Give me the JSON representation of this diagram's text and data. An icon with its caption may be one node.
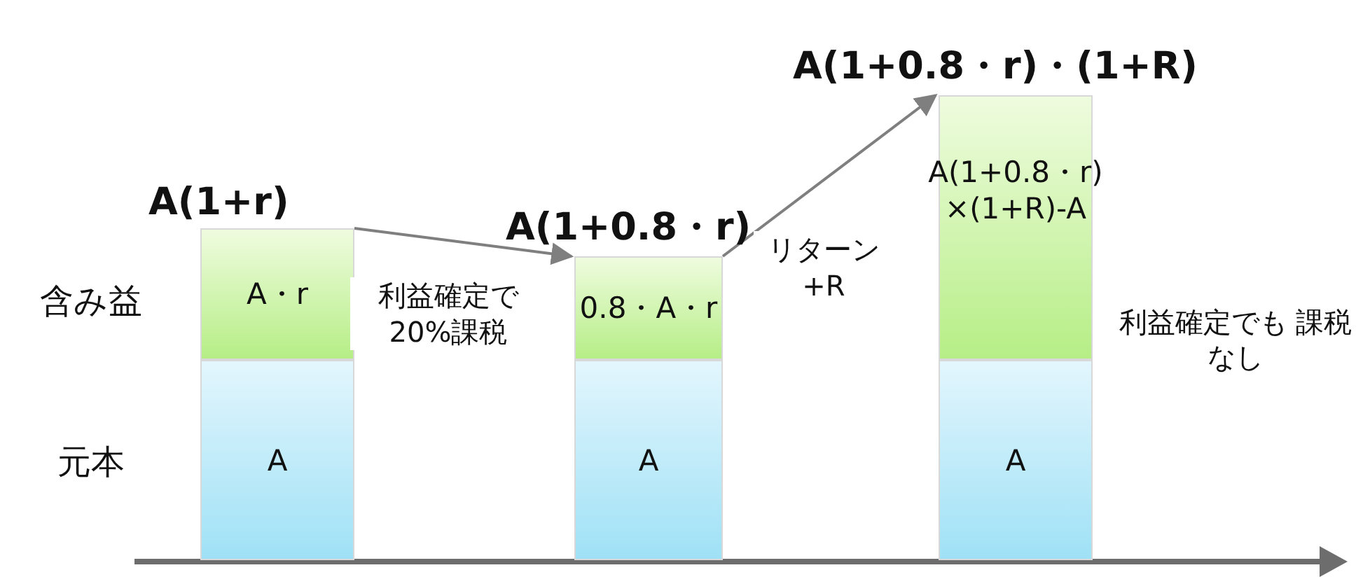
{
  "diagram": {
    "nodes": [
      {
        "text": [
          "A(1+r)",
          "A・r"
        ]
      },
      {
        "text": [
          "A"
        ]
      },
      {
        "text": [
          "A(1+0.8・r)",
          "0.8・A・r"
        ]
      },
      {
        "text": [
          "A"
        ]
      },
      {
        "text": [
          "A(1+0.8・r)・(1+R)",
          "A(1+0.8・r) ×(1+R)-A"
        ]
      },
      {
        "text": [
          "A"
        ]
      }
    ],
    "edges": [
      {
        "from": 0,
        "to": 2,
        "arrow": "to",
        "label": "利益確定で 20%課税"
      },
      {
        "from": 2,
        "to": 4,
        "arrow": "to",
        "label": "リターン +R"
      }
    ],
    "labels": [
      "含み益",
      "元本",
      "利益確定でも 課税なし"
    ]
  }
}
